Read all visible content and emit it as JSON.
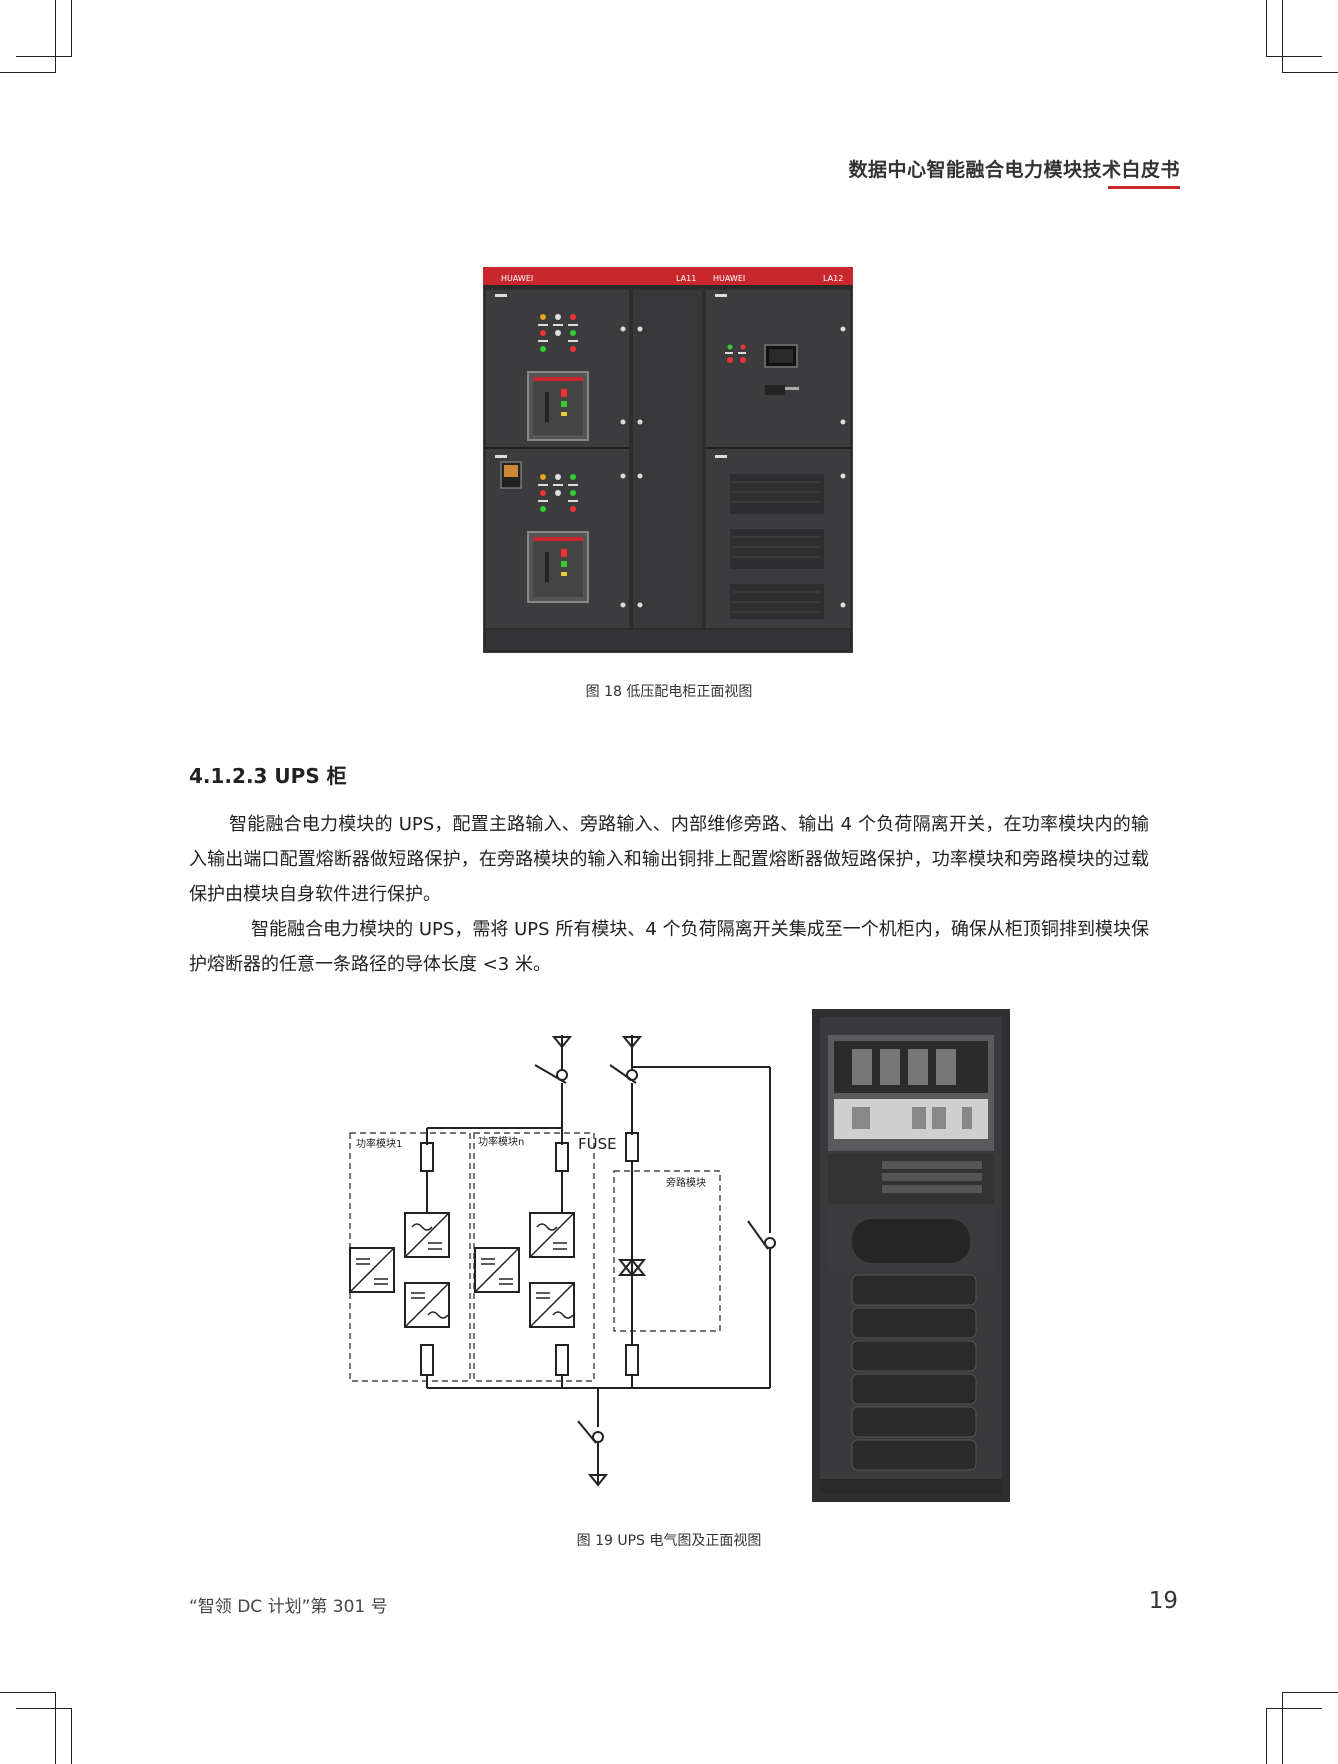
{
  "header": {
    "title": "数据中心智能融合电力模块技术白皮书",
    "accent_color": "#c8282d"
  },
  "figure18": {
    "brand_left": "HUAWEI",
    "label_left": "LA11",
    "brand_right": "HUAWEI",
    "label_right": "LA12",
    "caption": "图 18 低压配电柜正面视图"
  },
  "section": {
    "heading": "4.1.2.3 UPS 柜"
  },
  "body": {
    "para1": "智能融合电力模块的 UPS，配置主路输入、旁路输入、内部维修旁路、输出 4 个负荷隔离开关，在功率模块内的输入输出端口配置熔断器做短路保护，在旁路模块的输入和输出铜排上配置熔断器做短路保护，功率模块和旁路模块的过载保护由模块自身软件进行保护。",
    "para2": "智能融合电力模块的 UPS，需将 UPS 所有模块、4 个负荷隔离开关集成至一个机柜内，确保从柜顶铜排到模块保护熔断器的任意一条路径的导体长度 <3 米。"
  },
  "figure19": {
    "label_module1": "功率模块1",
    "label_modulen": "功率模块n",
    "label_fuse": "FUSE",
    "label_bypass": "旁路模块",
    "caption": "图 19 UPS 电气图及正面视图"
  },
  "footer": {
    "left": "“智领 DC 计划”第 301 号",
    "page_number": "19"
  }
}
